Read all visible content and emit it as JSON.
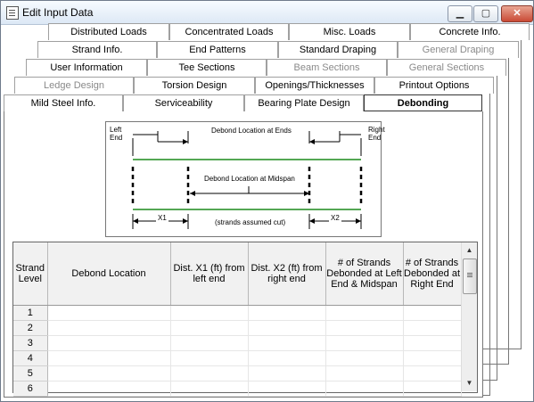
{
  "window": {
    "title": "Edit Input Data",
    "minimize": "▁",
    "maximize": "▢",
    "close": "✕"
  },
  "tabs": {
    "row1": [
      "Distributed Loads",
      "Concentrated Loads",
      "Misc. Loads",
      "Concrete Info."
    ],
    "row2": [
      "Strand Info.",
      "End Patterns",
      "Standard Draping",
      "General Draping"
    ],
    "row3": [
      "User Information",
      "Tee Sections",
      "Beam Sections",
      "General Sections"
    ],
    "row4": [
      "Ledge Design",
      "Torsion Design",
      "Openings/Thicknesses",
      "Printout Options"
    ],
    "row5": [
      "Mild Steel Info.",
      "Serviceability",
      "Bearing Plate Design",
      "Debonding"
    ],
    "disabled": [
      "General Draping",
      "Beam Sections",
      "General Sections",
      "Ledge Design"
    ],
    "selected": "Debonding"
  },
  "diagram": {
    "left_end": "Left\nEnd",
    "right_end": "Right\nEnd",
    "debond_ends": "Debond Location at Ends",
    "debond_midspan": "Debond Location at Midspan",
    "x1": "X1",
    "x2": "X2",
    "strands_cut": "(strands assumed cut)",
    "colors": {
      "strand_line": "#1b8a1b"
    }
  },
  "table": {
    "headers": {
      "strand_level": "Strand Level",
      "debond_location": "Debond Location",
      "dist_x1": "Dist. X1 (ft) from left end",
      "dist_x2": "Dist. X2 (ft) from right end",
      "strands_left_mid": "# of Strands Debonded at Left End & Midspan",
      "strands_right": "# of Strands Debonded at Right End"
    },
    "rows": [
      "1",
      "2",
      "3",
      "4",
      "5",
      "6"
    ]
  },
  "scrollbar": {
    "up": "▲",
    "down": "▼"
  }
}
